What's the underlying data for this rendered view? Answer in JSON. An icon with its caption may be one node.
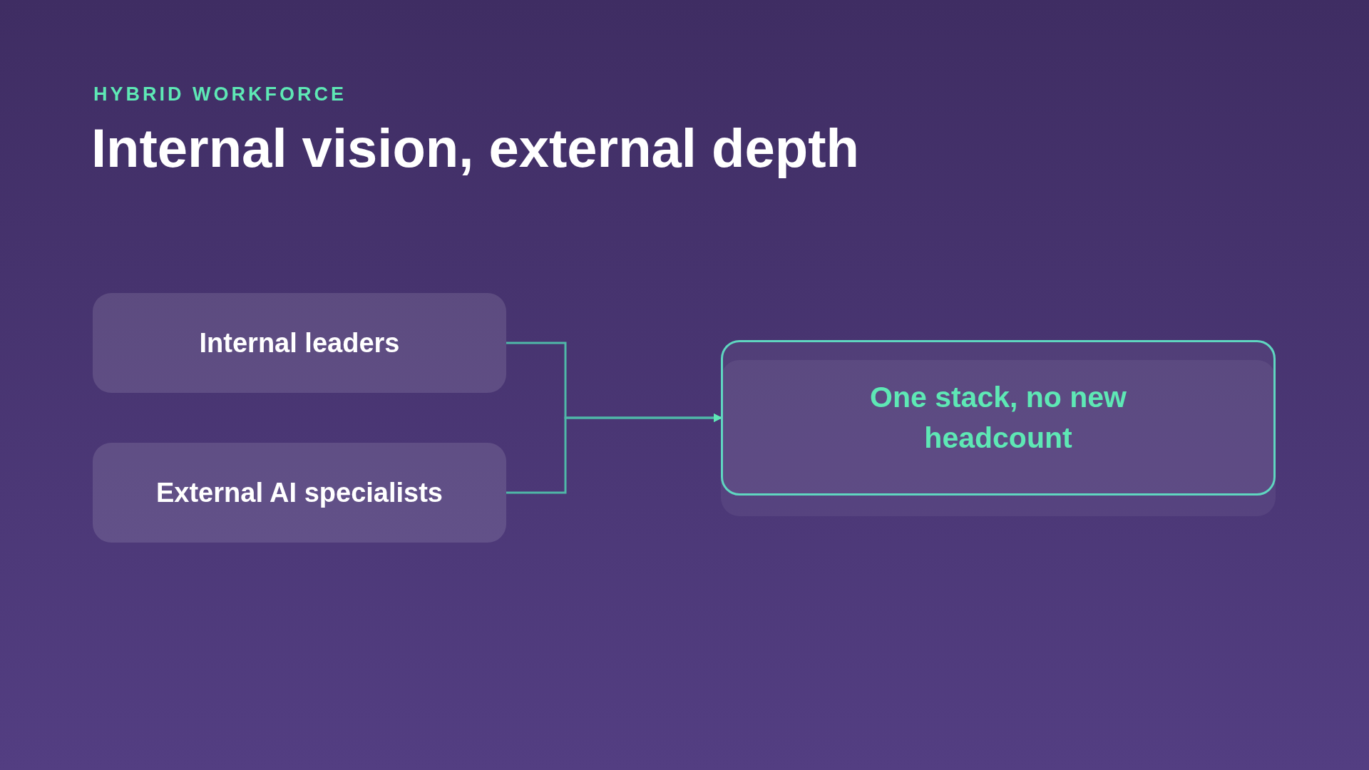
{
  "diagram": {
    "title": "Internal vision, external depth",
    "nodes": [
      {
        "text": [
          "Internal leaders"
        ]
      },
      {
        "text": [
          "External AI specialists"
        ]
      },
      {
        "text": [
          "One stack, no new headcount"
        ]
      }
    ],
    "edges": [
      {
        "from": 0,
        "to": 2,
        "arrow": "to"
      },
      {
        "from": 1,
        "to": 2,
        "arrow": "to"
      }
    ],
    "labels": [
      "HYBRID WORKFORCE"
    ]
  }
}
